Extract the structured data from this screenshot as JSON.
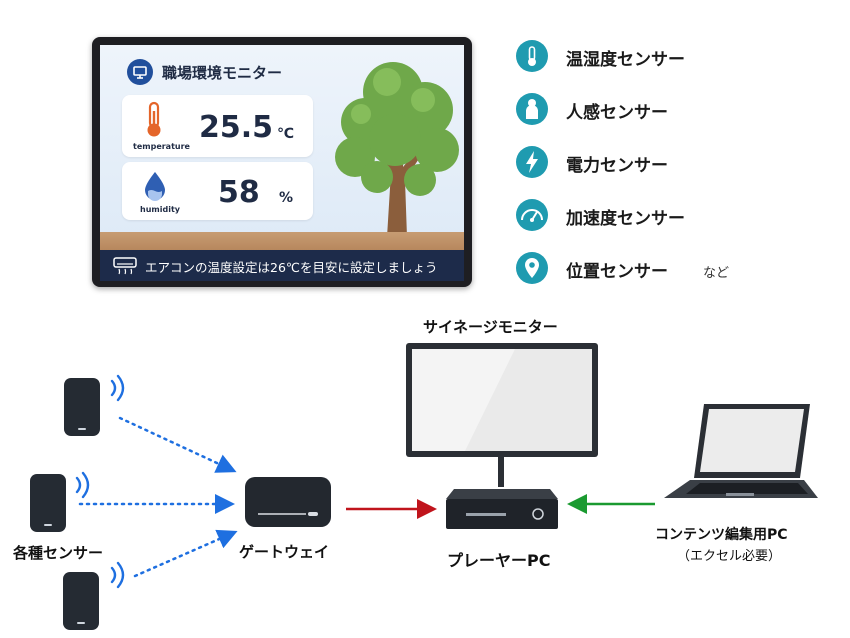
{
  "signage": {
    "title": "職場環境モニター",
    "temperature": {
      "value": "25.5",
      "unit": "℃",
      "caption": "temperature"
    },
    "humidity": {
      "value": "58",
      "unit": "%",
      "caption": "humidity"
    },
    "message": "エアコンの温度設定は26℃を目安に設定しましょう"
  },
  "sensor_list": {
    "items": [
      {
        "label": "温湿度センサー",
        "icon": "thermometer-icon"
      },
      {
        "label": "人感センサー",
        "icon": "person-icon"
      },
      {
        "label": "電力センサー",
        "icon": "lightning-icon"
      },
      {
        "label": "加速度センサー",
        "icon": "speedometer-icon"
      },
      {
        "label": "位置センサー",
        "icon": "location-pin-icon"
      }
    ],
    "etc": "など"
  },
  "diagram": {
    "signage_monitor": "サイネージモニター",
    "sensors": "各種センサー",
    "gateway": "ゲートウェイ",
    "player_pc": "プレーヤーPC",
    "editor_pc": "コンテンツ編集用PC",
    "editor_pc_note": "（エクセル必要）"
  },
  "colors": {
    "accent": "#1f9bb0",
    "wireless_arrow": "#1e6fe0",
    "gateway_arrow": "#c0141c",
    "editor_arrow": "#1a9a30",
    "message_bar": "#1d2b4a"
  }
}
